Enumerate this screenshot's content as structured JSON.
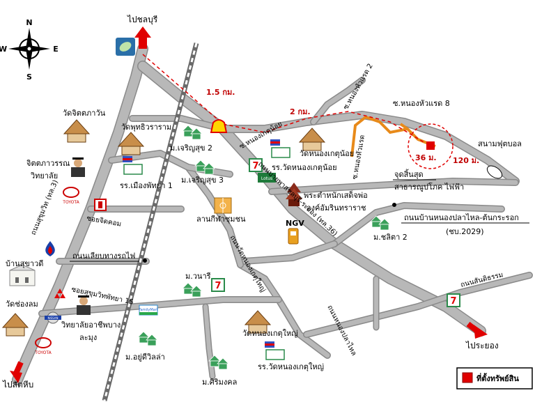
{
  "compass": {
    "n": "N",
    "s": "S",
    "e": "E",
    "w": "W"
  },
  "directions": {
    "top": "ไปชลบุรี",
    "bottom_left": "ไปสัตหีบ",
    "bottom_right": "ไประยอง"
  },
  "roads": {
    "sukhumvit": "ถนนสุขุมวิท (ทล.3)",
    "rayong36": "ถนนบายพาสชลบุรี-ระยอง (ทล.36)",
    "nongket_noi": "ซ.หนองเกตุน้อย",
    "nonghuaraed2": "ซ.หนองหัวแรด 2",
    "nonghuaraed8": "ซ.หนองหัวแรด 8",
    "nonghuaraed_sub": "ซ.หนองหัวแรด",
    "railway": "ถนนเลียบทางรถไฟ",
    "sukhumvit15": "ซอยสุขุมวิทพัทยา 15",
    "soi_jitkhom": "ซอยจิตคอม",
    "wat_nongket_yai": "ถนนวัดหนองเกตุใหญ่",
    "nong_pla_lai": "ถนนหนองปลาไหล",
    "ban_nong_pla_lai": "ถนนบ้านหนองปลาไหล-ต้นกระรอก",
    "ban_nong_pla_lai_code": "(ชบ.2029)",
    "saen_sithi": "ถนนสันติธรรม"
  },
  "distances": {
    "d1": "1.5 กม.",
    "d2": "2 กม.",
    "d3": "36 ม.",
    "d4": "120 ม."
  },
  "places": {
    "wat_jitta": "วัดจิตตภาวัน",
    "wat_phothi": "วัดพุทธิวราราม",
    "college1": "จิตตภาวรรณ",
    "college2": "วิทยาลัย",
    "rr_mueang": "รร.เมืองพัทยา 1",
    "m_charoen2": "ม.เจริญสุข 2",
    "m_charoen3": "ม.เจริญสุข 3",
    "stadium": "ลานกีฬาชุมชน",
    "wat_nongket_noi": "วัดหนองเกตุน้อย",
    "rr_nongket_noi": "รร.วัดหนองเกตุน้อย",
    "shrine1": "พระตำหนักเสด็จพ่อ",
    "shrine2": "องค์อัมรินทราราช",
    "ngv": "NGV",
    "m_chitta2": "ม.ชลิตา 2",
    "end_point1": "จุดสิ้นสุด",
    "end_point2": "สาธารณูปโภค ไฟฟ้า",
    "football": "สนามฟุตบอล",
    "ban_suksawat": "บ้านสุขาวดี",
    "wat_chongsom": "วัดช่องลม",
    "m_wanaree": "ม.วนารี",
    "college_phi1": "วิทยาลัยอาชีพบาง",
    "college_phi2": "ละมุง",
    "m_yudee": "ม.อยู่ดีวิลล่า",
    "wat_nongket_yai": "วัดหนองเกตุใหญ่",
    "rr_nongket_yai": "รร.วัดหนองเกตุใหญ่",
    "m_siri": "ม.ศิริมงคล",
    "lotus": "Lotus",
    "toyota": "TOYOTA",
    "nissan": "NISSAN",
    "familymart": "FamilyMart",
    "eleven": "7"
  },
  "legend": {
    "label": "ที่ตั้งทรัพย์สิน",
    "color": "#e00000"
  },
  "colors": {
    "road": "#b8b8b8",
    "edge": "#8a8a8a",
    "orange": "#e88a1a",
    "red": "#e00000",
    "marker": "#cc0000"
  }
}
